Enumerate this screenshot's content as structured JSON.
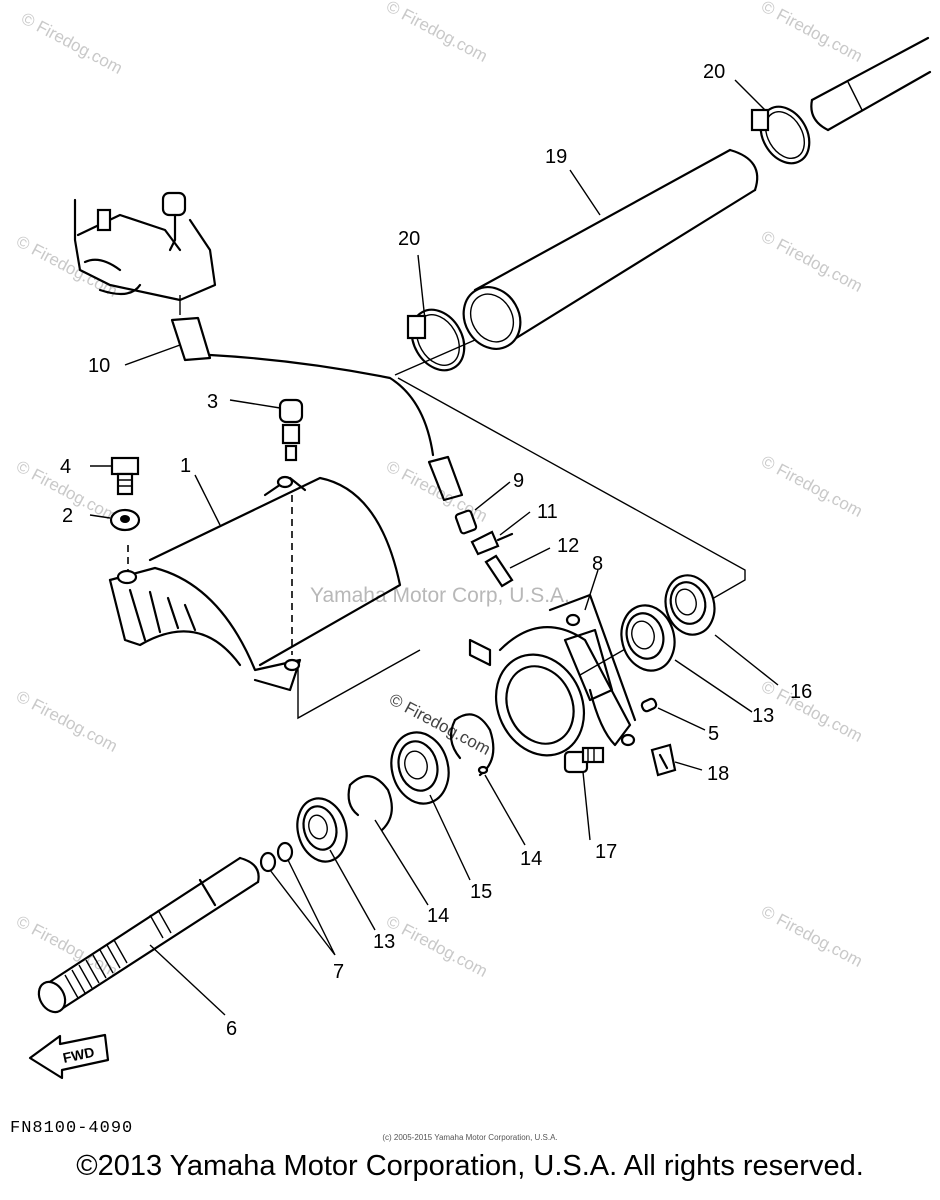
{
  "watermarks": {
    "repeated": "© Firedog.com",
    "center": "Yamaha Motor Corp, U.S.A.",
    "center_firedog": "© Firedog.com"
  },
  "callouts": {
    "c1": "1",
    "c2": "2",
    "c3": "3",
    "c4": "4",
    "c5": "5",
    "c6": "6",
    "c7": "7",
    "c8": "8",
    "c9": "9",
    "c10": "10",
    "c11": "11",
    "c12": "12",
    "c13a": "13",
    "c13b": "13",
    "c14a": "14",
    "c14b": "14",
    "c15": "15",
    "c16": "16",
    "c17": "17",
    "c18": "18",
    "c19": "19",
    "c20a": "20",
    "c20b": "20"
  },
  "fwd_label": "FWD",
  "diagram_code": "FN8100-4090",
  "small_copyright": "(c) 2005-2015 Yamaha Motor Corporation, U.S.A.",
  "copyright": "©2013 Yamaha Motor Corporation, U.S.A. All rights reserved."
}
